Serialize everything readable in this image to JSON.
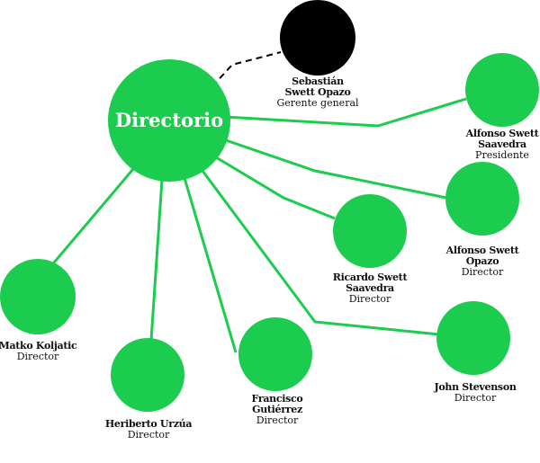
{
  "colors": {
    "node": "#1ccc4e",
    "link": "#1ccc4e",
    "executive": "#000000"
  },
  "hub": {
    "label": "Directorio"
  },
  "people": {
    "ceo": {
      "name_lines": [
        "Sebastián",
        "Swett Opazo"
      ],
      "role": "Gerente general"
    },
    "president": {
      "name_lines": [
        "Alfonso Swett",
        "Saavedra"
      ],
      "role": "Presidente"
    },
    "alfonso_o": {
      "name_lines": [
        "Alfonso Swett",
        "Opazo"
      ],
      "role": "Director"
    },
    "ricardo": {
      "name_lines": [
        "Ricardo Swett",
        "Saavedra"
      ],
      "role": "Director"
    },
    "john": {
      "name_lines": [
        "John Stevenson"
      ],
      "role": "Director"
    },
    "francisco": {
      "name_lines": [
        "Francisco",
        "Gutiérrez"
      ],
      "role": "Director"
    },
    "heriberto": {
      "name_lines": [
        "Heriberto Urzúa"
      ],
      "role": "Director"
    },
    "matko": {
      "name_lines": [
        "Matko Koljatic"
      ],
      "role": "Director"
    }
  }
}
